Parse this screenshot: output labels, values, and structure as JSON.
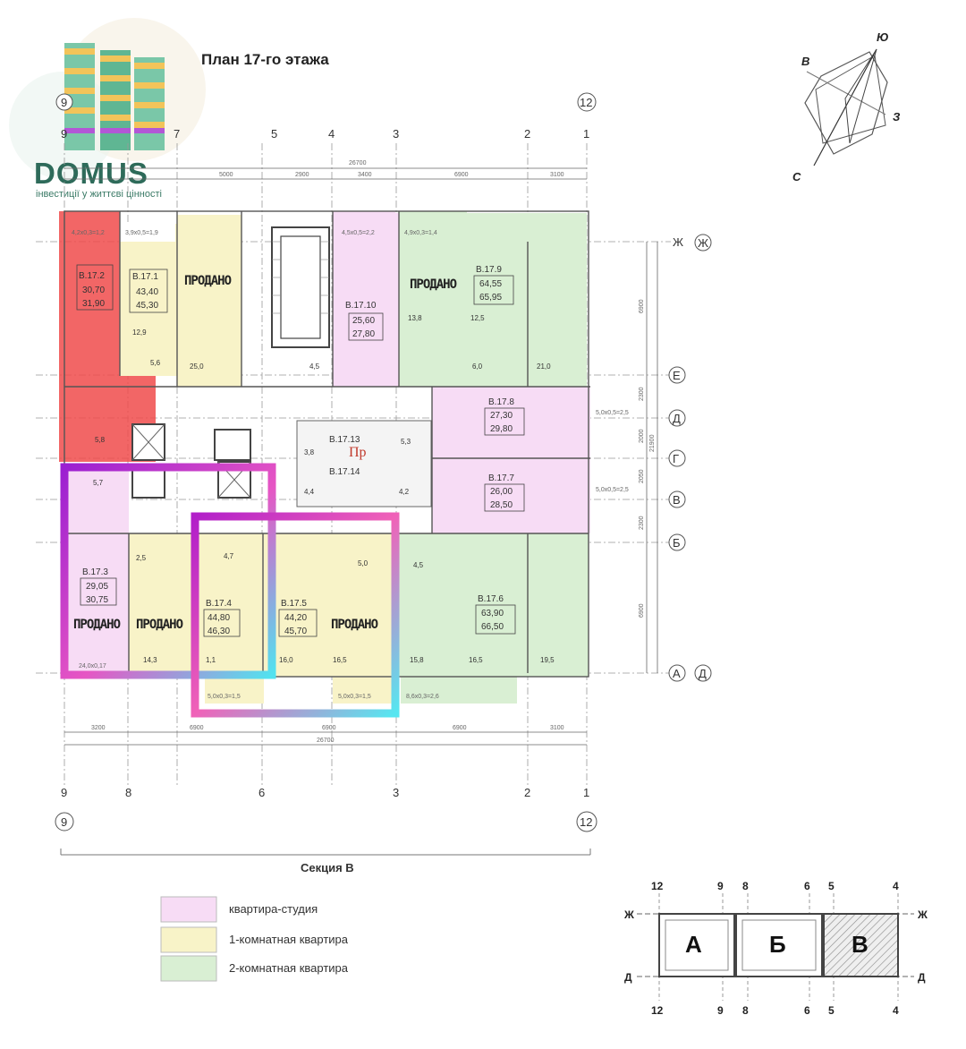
{
  "title": "План 17-го этажа",
  "brand": {
    "name": "DOMUS",
    "tagline": "інвестиції у життєві цінності"
  },
  "compass": {
    "north": "С",
    "south": "Ю",
    "east": "В",
    "west": "З"
  },
  "axes": {
    "top_numbers": [
      "9",
      "7",
      "5",
      "4",
      "3",
      "2",
      "1"
    ],
    "bottom_numbers": [
      "9",
      "8",
      "6",
      "3",
      "2",
      "1"
    ],
    "corner_top_left": "9",
    "corner_top_left2": "9",
    "corner_top_right": "12",
    "corner_bottom_left": "9",
    "corner_bottom_right": "12",
    "right_letters": [
      "Ж",
      "Е",
      "Д",
      "Г",
      "В",
      "Б",
      "А"
    ],
    "right_circled_top": "Ж",
    "right_circled_bottom": "Д"
  },
  "dimensions": {
    "top_total": "26700",
    "top_segments": [
      "5000",
      "2900",
      "3400",
      "6900",
      "3100"
    ],
    "bottom_total": "26700",
    "bottom_segments": [
      "3200",
      "6900",
      "6900",
      "6900",
      "3100"
    ],
    "right_segments": [
      "6900",
      "2300",
      "2000",
      "2050",
      "2300",
      "6900"
    ],
    "right_total": "21900"
  },
  "balconies": {
    "b1": "4,2х0,3=1,2",
    "b2": "3,9х0,5=1,9",
    "b3": "4,5х0,5=2,2",
    "b4": "4,9х0,3=1,4",
    "b5": "5,0х0,5=2,5",
    "b6": "5,0х0,5=2,5",
    "b7": "5,0х0,3=1,5",
    "b8": "5,0х0,3=1,5",
    "b9": "8,6х0,3=2,6",
    "b10": "24,0х0,17"
  },
  "apartments": [
    {
      "id": "В.17.2",
      "area1": "30,70",
      "area2": "31,90"
    },
    {
      "id": "В.17.1",
      "area1": "43,40",
      "area2": "45,30"
    },
    {
      "id": "В.17.10",
      "area1": "25,60",
      "area2": "27,80"
    },
    {
      "id": "В.17.9",
      "area1": "64,55",
      "area2": "65,95"
    },
    {
      "id": "В.17.8",
      "area1": "27,30",
      "area2": "29,80"
    },
    {
      "id": "В.17.7",
      "area1": "26,00",
      "area2": "28,50"
    },
    {
      "id": "В.17.13",
      "area1": "3,8",
      "area2": ""
    },
    {
      "id": "В.17.14",
      "area1": "",
      "area2": ""
    },
    {
      "id": "В.17.3",
      "area1": "29,05",
      "area2": "30,75"
    },
    {
      "id": "В.17.4",
      "area1": "44,80",
      "area2": "46,30"
    },
    {
      "id": "В.17.5",
      "area1": "44,20",
      "area2": "45,70"
    },
    {
      "id": "В.17.6",
      "area1": "63,90",
      "area2": "66,50"
    }
  ],
  "sold_label": "ПРОДАНО",
  "mop_label": "Пр",
  "rooms": {
    "r12_9": "12,9",
    "r5_6": "5,6",
    "r25_0": "25,0",
    "r4_5a": "4,5",
    "r13_8": "13,8",
    "r12_5": "12,5",
    "r6_0": "6,0",
    "r21_0": "21,0",
    "r5_8": "5,8",
    "r5_3": "5,3",
    "r5_7": "5,7",
    "r4_4": "4,4",
    "r4_2": "4,2",
    "r2_5": "2,5",
    "r4_7": "4,7",
    "r5_0": "5,0",
    "r4_5b": "4,5",
    "r14_3": "14,3",
    "r1_1": "1,1",
    "r16_0": "16,0",
    "r16_5a": "16,5",
    "r15_8": "15,8",
    "r16_5b": "16,5",
    "r19_5": "19,5"
  },
  "section_label": "Секция В",
  "legend": [
    {
      "label": "квартира-студия",
      "color": "#f7dcf5"
    },
    {
      "label": "1-комнатная квартира",
      "color": "#f8f3c8"
    },
    {
      "label": "2-комнатная квартира",
      "color": "#d9efd3"
    }
  ],
  "key_plan": {
    "sections": [
      "А",
      "Б",
      "В"
    ],
    "top_numbers": [
      "12",
      "9",
      "8",
      "6",
      "5",
      "4"
    ],
    "bottom_numbers": [
      "12",
      "9",
      "8",
      "6",
      "5",
      "4"
    ],
    "left_letters": [
      "Ж",
      "Д"
    ],
    "right_letters": [
      "Ж",
      "Д"
    ]
  },
  "colors": {
    "studio": "#f7dcf5",
    "one_room": "#f8f3c8",
    "two_room": "#d9efd3",
    "highlight_red": "#f04b4b",
    "brand_green": "#2e6b5a"
  }
}
